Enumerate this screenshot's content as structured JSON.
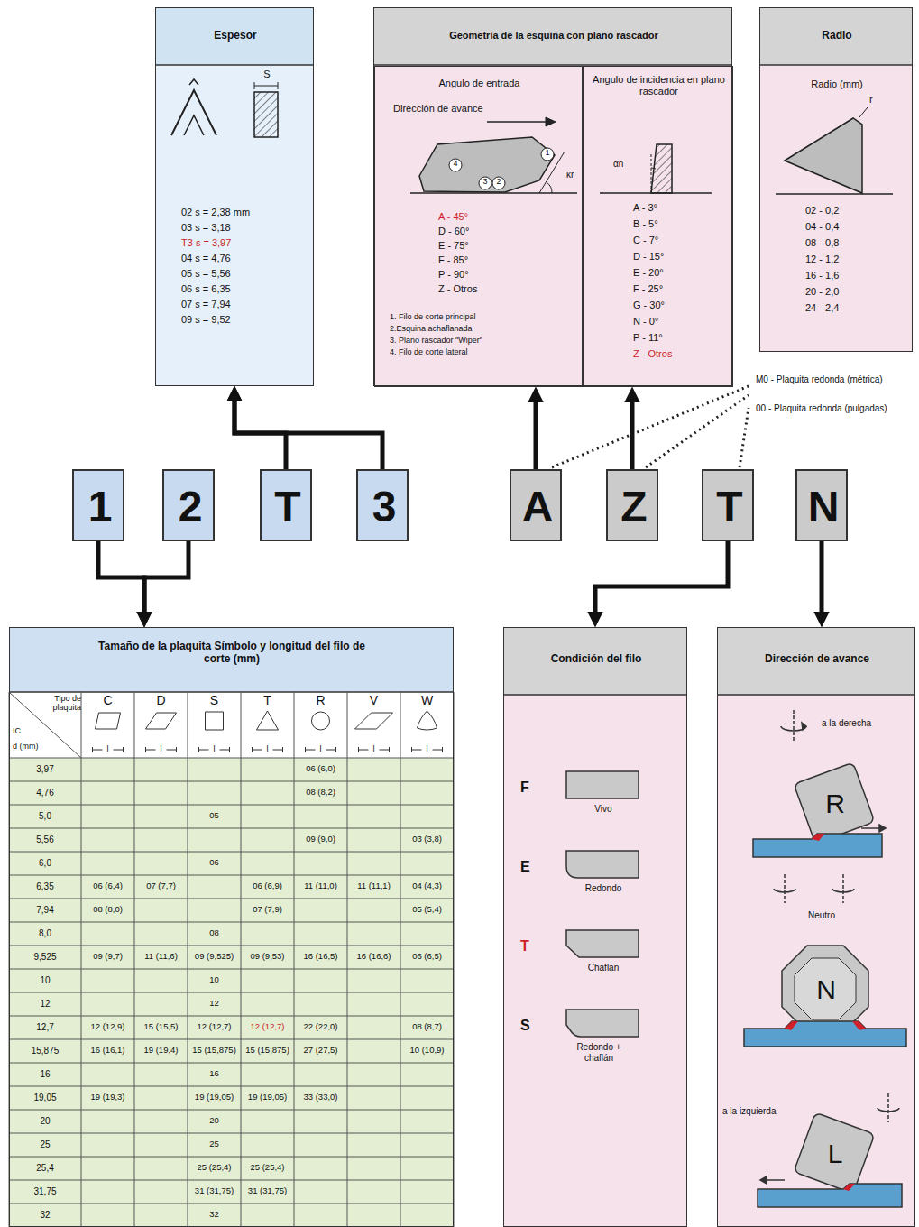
{
  "diagram": {
    "nodes": [
      {
        "text": [
          "Espesor",
          "02 s = 2,38 mm",
          "03 s = 3,18",
          "T3 s = 3,97",
          "04 s = 4,76",
          "05 s = 5,56",
          "06 s = 6,35",
          "07 s = 7,94",
          "09 s = 9,52"
        ]
      },
      {
        "text": [
          "Geometría de la esquina con plano rascador"
        ]
      },
      {
        "text": [
          "Angulo de entrada",
          "Dirección de avance",
          "A - 45°",
          "D - 60°",
          "E - 75°",
          "F - 85°",
          "P - 90°",
          "Z - Otros",
          "1. Filo de corte principal",
          "2.Esquina achaflanada",
          "3. Plano rascador \"Wiper\"",
          "4. Filo de corte lateral"
        ],
        "in": 1
      },
      {
        "text": [
          "Angulo de incidencia en plano rascador",
          "A - 3°",
          "B - 5°",
          "C - 7°",
          "D - 15°",
          "E - 20°",
          "F - 25°",
          "G - 30°",
          "N - 0°",
          "P - 11°",
          "Z - Otros"
        ],
        "in": 1
      },
      {
        "text": [
          "Radio",
          "Radio (mm)",
          "02 - 0,2",
          "04 - 0,4",
          "08 - 0,8",
          "12 - 1,2",
          "16 - 1,6",
          "20 - 2,0",
          "24 - 2,4"
        ]
      },
      {
        "text": [
          "1"
        ]
      },
      {
        "text": [
          "2"
        ]
      },
      {
        "text": [
          "T"
        ]
      },
      {
        "text": [
          "3"
        ]
      },
      {
        "text": [
          "A"
        ]
      },
      {
        "text": [
          "Z"
        ]
      },
      {
        "text": [
          "T"
        ]
      },
      {
        "text": [
          "N"
        ]
      },
      {
        "text": [
          "Tamaño de la plaquita Símbolo y longitud del filo de corte (mm)"
        ]
      },
      {
        "text": [
          "Condición del filo",
          "F",
          "Vivo",
          "E",
          "Redondo",
          "T",
          "Chaflán",
          "S",
          "Redondo + chaflán"
        ]
      },
      {
        "text": [
          "Dirección de avance",
          "a la derecha",
          "R",
          "Neutro",
          "N",
          "a la izquierda",
          "L"
        ]
      }
    ],
    "edges": [
      {
        "from": 5,
        "to": 13,
        "arrow": "to"
      },
      {
        "from": 6,
        "to": 13,
        "arrow": "to"
      },
      {
        "from": 7,
        "to": 0,
        "arrow": "to"
      },
      {
        "from": 8,
        "to": 0,
        "arrow": "to"
      },
      {
        "from": 9,
        "to": 2,
        "arrow": "to"
      },
      {
        "from": 10,
        "to": 3,
        "arrow": "to"
      },
      {
        "from": 11,
        "to": 14,
        "arrow": "to"
      },
      {
        "from": 12,
        "to": 15,
        "arrow": "to"
      }
    ],
    "labels": [
      "S",
      "1",
      "4",
      "3",
      "2",
      "κr",
      "αn",
      "r",
      "M0 - Plaquita redonda (métrica)",
      "00 - Plaquita redonda (pulgadas)",
      "Tipo de plaquita",
      "IC",
      "d (mm)",
      "C",
      "D",
      "S",
      "T",
      "R",
      "V",
      "W",
      "l",
      "l",
      "l",
      "l",
      "l",
      "l",
      "l",
      "3,97",
      "06 (6,0)",
      "4,76",
      "08 (8,2)",
      "5,0",
      "05",
      "5,56",
      "09 (9,0)",
      "03 (3,8)",
      "6,0",
      "06",
      "6,35",
      "06 (6,4)",
      "07 (7,7)",
      "06 (6,9)",
      "11 (11,0)",
      "11 (11,1)",
      "04 (4,3)",
      "7,94",
      "08 (8,0)",
      "07 (7,9)",
      "05 (5,4)",
      "8,0",
      "08",
      "9,525",
      "09 (9,7)",
      "11 (11,6)",
      "09 (9,525)",
      "09 (9,53)",
      "16 (16,5)",
      "16 (16,6)",
      "06 (6,5)",
      "10",
      "10",
      "12",
      "12",
      "12,7",
      "12 (12,9)",
      "15 (15,5)",
      "12 (12,7)",
      "12 (12,7)",
      "22 (22,0)",
      "08 (8,7)",
      "15,875",
      "16 (16,1)",
      "19 (19,4)",
      "15 (15,875)",
      "15 (15,875)",
      "27 (27,5)",
      "10 (10,9)",
      "16",
      "16",
      "19,05",
      "19 (19,3)",
      "19 (19,05)",
      "19 (19,05)",
      "33 (33,0)",
      "20",
      "20",
      "25",
      "25",
      "25,4",
      "25 (25,4)",
      "25 (25,4)",
      "31,75",
      "31 (31,75)",
      "31 (31,75)",
      "32",
      "32"
    ]
  }
}
